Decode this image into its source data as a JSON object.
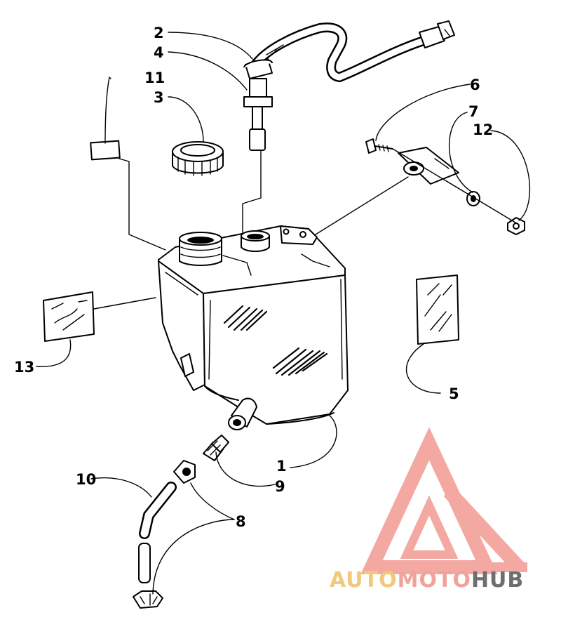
{
  "callouts": [
    {
      "id": "1",
      "label": "1"
    },
    {
      "id": "2",
      "label": "2"
    },
    {
      "id": "3",
      "label": "3"
    },
    {
      "id": "4",
      "label": "4"
    },
    {
      "id": "5",
      "label": "5"
    },
    {
      "id": "6",
      "label": "6"
    },
    {
      "id": "7",
      "label": "7"
    },
    {
      "id": "8",
      "label": "8"
    },
    {
      "id": "9",
      "label": "9"
    },
    {
      "id": "10",
      "label": "10"
    },
    {
      "id": "11",
      "label": "11"
    },
    {
      "id": "12",
      "label": "12"
    },
    {
      "id": "13",
      "label": "13"
    }
  ],
  "watermark": {
    "brand_part1": "AUTO",
    "brand_part2": "MOTO",
    "brand_part3": "HUB",
    "color_auto": "#f2c97a",
    "color_moto": "#f0a39a",
    "color_hub": "#6e6e6e",
    "logo_color": "#f19a92"
  }
}
